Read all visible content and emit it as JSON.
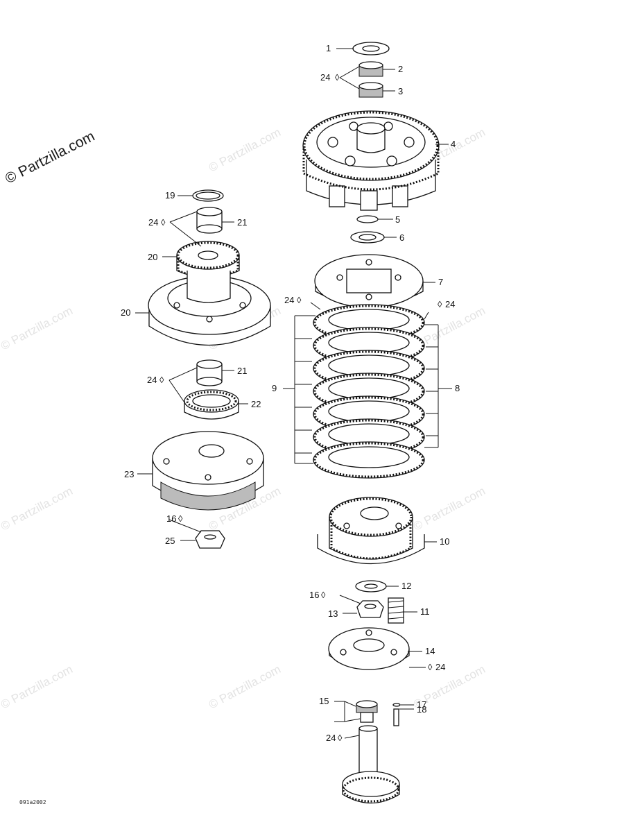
{
  "branding": {
    "corner_watermark": "© Partzilla.com",
    "repeat_watermark": "© Partzilla.com"
  },
  "drawing_code": "091a2002",
  "callouts": {
    "c1": "1",
    "c2": "2",
    "c3": "3",
    "c4": "4",
    "c5": "5",
    "c6": "6",
    "c7": "7",
    "c8": "8",
    "c9": "9",
    "c10": "10",
    "c11": "11",
    "c12": "12",
    "c13": "13",
    "c14": "14",
    "c15": "15",
    "c16a": "16",
    "c16b": "16",
    "c17": "17",
    "c18": "18",
    "c19": "19",
    "c20a": "20",
    "c20b": "20",
    "c21a": "21",
    "c21b": "21",
    "c22": "22",
    "c23": "23",
    "c24a": "24",
    "c24b": "24",
    "c24c": "24",
    "c24d": "24",
    "c24e": "24",
    "c24f": "24",
    "c24g": "24",
    "c25": "25"
  }
}
